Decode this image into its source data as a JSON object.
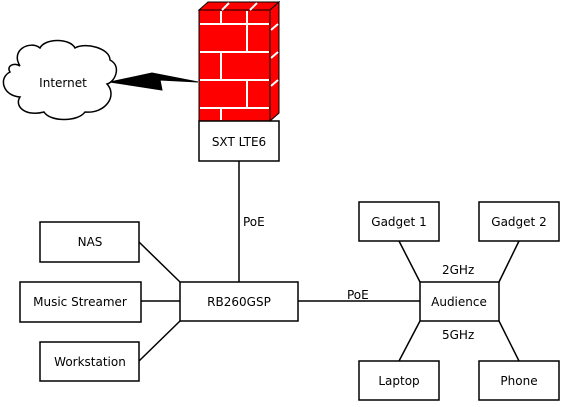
{
  "diagram": {
    "nodes": {
      "internet": "Internet",
      "sxt": "SXT LTE6",
      "nas": "NAS",
      "music": "Music Streamer",
      "workstation": "Workstation",
      "router": "RB260GSP",
      "gadget1": "Gadget 1",
      "gadget2": "Gadget 2",
      "audience": "Audience",
      "laptop": "Laptop",
      "phone": "Phone"
    },
    "edges": {
      "sxt_router": "PoE",
      "router_audience": "PoE",
      "band_upper": "2GHz",
      "band_lower": "5GHz"
    },
    "colors": {
      "firewall_red": "#ff0000",
      "mortar": "#ffffff",
      "stroke": "#000000"
    },
    "icons": {
      "internet": "cloud-icon",
      "firewall": "brick-wall-icon",
      "link": "lightning-bolt-icon"
    }
  }
}
